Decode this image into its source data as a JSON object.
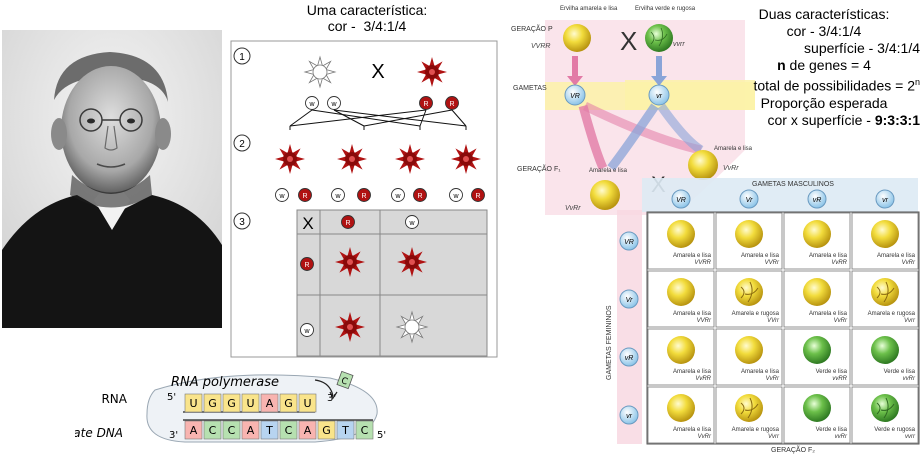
{
  "mono": {
    "title": "Uma característica:",
    "ratio": "cor -  3/4:1/4",
    "steps": [
      "1",
      "2",
      "3"
    ],
    "cross": "X",
    "alleles": {
      "recessive": "w",
      "dominant": "R"
    }
  },
  "rna": {
    "polymerase": "RNA polymerase",
    "rna_label": "RNA",
    "dna_label": "Template DNA",
    "five": "5'",
    "three": "3'",
    "rna_bases": [
      "U",
      "G",
      "G",
      "U",
      "A",
      "G",
      "U"
    ],
    "dna_bases": [
      "A",
      "C",
      "C",
      "A",
      "T",
      "C",
      "A",
      "G",
      "T",
      "C"
    ],
    "incoming": "C",
    "colors": {
      "A": "#f8b4b0",
      "C": "#b6e0b0",
      "G": "#f9e48b",
      "T": "#b7d4f0",
      "U": "#f9e48b"
    }
  },
  "dihybrid": {
    "title": "Duas características:",
    "cor": "cor - 3/4:1/4",
    "superficie": "superfície - 3/4:1/4",
    "n_bold": "n",
    "n_rest": " de genes = 4",
    "total": "total de possibilidades = 2",
    "total_exp": "n",
    "prop": "Proporção esperada",
    "prop_label": "cor x superfície - ",
    "prop_value": "9:3:3:1",
    "geracao_p": "GERAÇÃO P",
    "gametas": "GAMETAS",
    "geracao_f1": "GERAÇÃO F₁",
    "parent1_label": "Ervilha amarela e lisa",
    "parent1_genotype": "VVRR",
    "parent2_label": "Ervilha verde e rugosa",
    "parent2_genotype": "vvrr",
    "gamete1": "VR",
    "gamete2": "vr",
    "f1_label": "Amarela e lisa",
    "f1_genotype": "VvRr",
    "f1_label2": "Amarela e lisa",
    "gametas_masc": "GAMETAS MASCULINOS",
    "gametas_fem": "GAMETAS FEMININOS",
    "geracao_f2": "GERAÇÃO F₂",
    "male_gametes": [
      "VR",
      "Vr",
      "vR",
      "vr"
    ],
    "female_gametes": [
      "VR",
      "Vr",
      "vR",
      "vr"
    ],
    "grid": [
      [
        {
          "p": "Amarela e lisa",
          "g": "VVRR",
          "c": "yellow",
          "w": false
        },
        {
          "p": "Amarela e lisa",
          "g": "VVRr",
          "c": "yellow",
          "w": false
        },
        {
          "p": "Amarela e lisa",
          "g": "VvRR",
          "c": "yellow",
          "w": false
        },
        {
          "p": "Amarela e lisa",
          "g": "VvRr",
          "c": "yellow",
          "w": false
        }
      ],
      [
        {
          "p": "Amarela e lisa",
          "g": "VVRr",
          "c": "yellow",
          "w": false
        },
        {
          "p": "Amarela e rugosa",
          "g": "VVrr",
          "c": "yellow",
          "w": true
        },
        {
          "p": "Amarela e lisa",
          "g": "VvRr",
          "c": "yellow",
          "w": false
        },
        {
          "p": "Amarela e rugosa",
          "g": "Vvrr",
          "c": "yellow",
          "w": true
        }
      ],
      [
        {
          "p": "Amarela e lisa",
          "g": "VvRR",
          "c": "yellow",
          "w": false
        },
        {
          "p": "Amarela e lisa",
          "g": "VvRr",
          "c": "yellow",
          "w": false
        },
        {
          "p": "Verde e lisa",
          "g": "vvRR",
          "c": "green",
          "w": false
        },
        {
          "p": "Verde e lisa",
          "g": "vvRr",
          "c": "green",
          "w": false
        }
      ],
      [
        {
          "p": "Amarela e lisa",
          "g": "VvRr",
          "c": "yellow",
          "w": false
        },
        {
          "p": "Amarela e rugosa",
          "g": "Vvrr",
          "c": "yellow",
          "w": true
        },
        {
          "p": "Verde e lisa",
          "g": "vvRr",
          "c": "green",
          "w": false
        },
        {
          "p": "Verde e rugosa",
          "g": "vvrr",
          "c": "green",
          "w": true
        }
      ]
    ]
  }
}
